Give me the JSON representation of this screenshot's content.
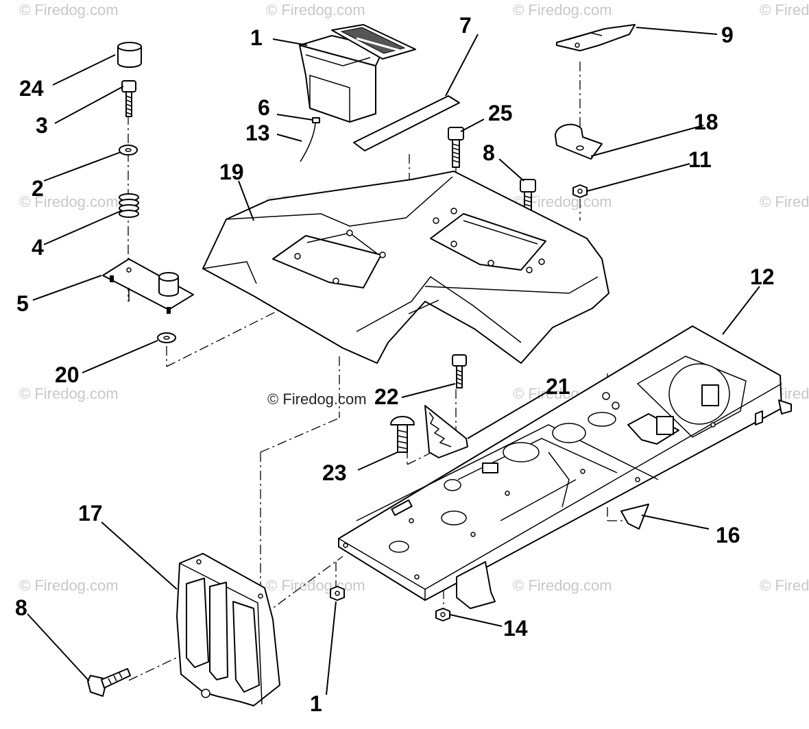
{
  "watermark": "© Firedog.com",
  "center_watermark": "© Firedog.com",
  "callouts": {
    "c1": "1",
    "c7": "7",
    "c9": "9",
    "c24": "24",
    "c3": "3",
    "c6": "6",
    "c25": "25",
    "c18": "18",
    "c13": "13",
    "c8a": "8",
    "c11": "11",
    "c19": "19",
    "c2": "2",
    "c4": "4",
    "c5": "5",
    "c12": "12",
    "c20": "20",
    "c21": "21",
    "c22": "22",
    "c23": "23",
    "c17": "17",
    "c16": "16",
    "c8b": "8",
    "c14": "14",
    "c15": "1"
  }
}
